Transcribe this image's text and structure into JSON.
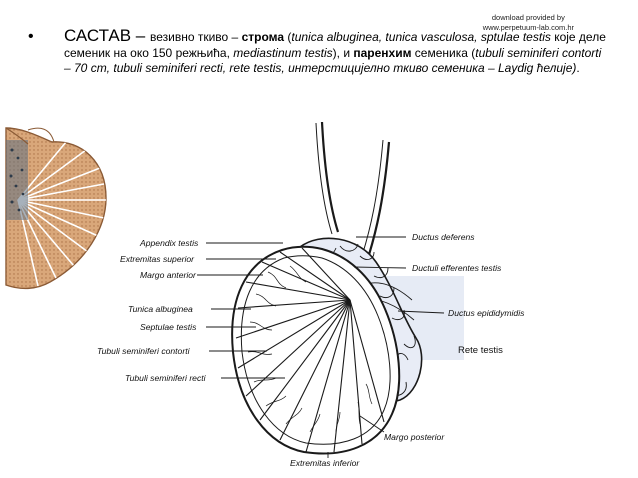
{
  "credit": {
    "line1": "download provided by",
    "line2": "www.perpetuum-lab.com.hr"
  },
  "slide": {
    "bullet": "•",
    "seg1": "САСТАВ – ",
    "seg2": "везивно ткиво – ",
    "seg3": "строма",
    "seg4": " (",
    "seg5": "tunica albuginea, tunica vasculosa, sptulae testis",
    "seg6": " које деле семеник на око 150 режњића, ",
    "seg7": "mediastinum testis",
    "seg8": "), и ",
    "seg9": "паренхим",
    "seg10": " семеника (",
    "seg11": "tubuli seminiferi contorti – 70 cm, tubuli seminiferi recti, rete testis, интерстицијелно ткиво семеника – Laydig ћелије)",
    "seg12": "."
  },
  "labels": {
    "appendix_testis": "Appendix testis",
    "extremitas_superior": "Extremitas superior",
    "margo_anterior": "Margo anterior",
    "tunica_albuginea": "Tunica albuginea",
    "septulae_testis": "Septulae testis",
    "tubuli_contorti": "Tubuli seminiferi contorti",
    "tubuli_recti": "Tubuli seminiferi recti",
    "extremitas_inferior": "Extremitas inferior",
    "margo_posterior": "Margo posterior",
    "ductus_deferens": "Ductus deferens",
    "ductuli_efferentes": "Ductuli efferentes testis",
    "ductus_epididymidis": "Ductus epididymidis",
    "rete_testis": "Rete testis"
  },
  "colors": {
    "ink": "#1a1a1a",
    "tissue_fill": "#d9a77a",
    "tissue_stroke": "#8a5a35",
    "epididymis_fill": "#e8ecf6",
    "rete_box": "#e6ebf5"
  }
}
